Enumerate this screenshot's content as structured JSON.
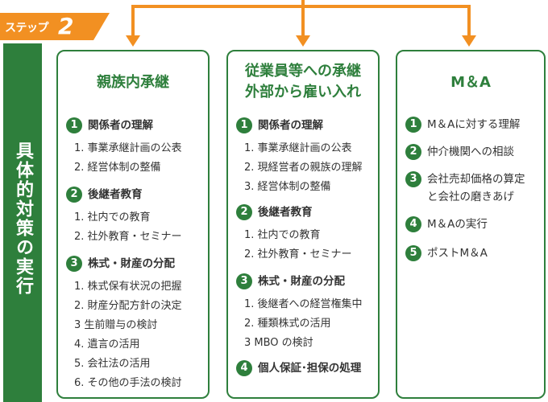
{
  "step": {
    "label": "ステップ",
    "number": "2"
  },
  "sidebar": {
    "label": "具体的対策の実行"
  },
  "colors": {
    "green": "#2e7f3c",
    "orange": "#f29022"
  },
  "panels": [
    {
      "title_lines": [
        "親族内承継"
      ],
      "sections": [
        {
          "num": "1",
          "title": "関係者の理解",
          "items": [
            "1. 事業承継計画の公表",
            "2. 経営体制の整備"
          ]
        },
        {
          "num": "2",
          "title": "後継者教育",
          "items": [
            "1. 社内での教育",
            "2. 社外教育・セミナー"
          ]
        },
        {
          "num": "3",
          "title": "株式・財産の分配",
          "items": [
            "1. 株式保有状況の把握",
            "2. 財産分配方針の決定",
            "3  生前贈与の検討",
            "4.  遺言の活用",
            "5. 会社法の活用",
            "6. その他の手法の検討"
          ]
        }
      ]
    },
    {
      "title_lines": [
        "従業員等への承継",
        "外部から雇い入れ"
      ],
      "sections": [
        {
          "num": "1",
          "title": "関係者の理解",
          "items": [
            "1. 事業承継計画の公表",
            "2. 現経営者の親族の理解",
            "3. 経営体制の整備"
          ]
        },
        {
          "num": "2",
          "title": "後継者教育",
          "items": [
            "1. 社内での教育",
            "2. 社外教育・セミナー"
          ]
        },
        {
          "num": "3",
          "title": "株式・財産の分配",
          "items": [
            "1. 後継者への経営権集中",
            "2. 種類株式の活用",
            "3  MBO の検討"
          ]
        },
        {
          "num": "4",
          "title": "個人保証･担保の処理",
          "items": []
        }
      ]
    },
    {
      "title_lines": [
        "M＆A"
      ],
      "sections": [
        {
          "num": "1",
          "title_lines": [
            "M＆Aに対する理解"
          ]
        },
        {
          "num": "2",
          "title_lines": [
            "仲介機関への相談"
          ]
        },
        {
          "num": "3",
          "title_lines": [
            "会社売却価格の算定",
            "と会社の磨きあげ"
          ]
        },
        {
          "num": "4",
          "title_lines": [
            "M＆Aの実行"
          ]
        },
        {
          "num": "5",
          "title_lines": [
            "ポストM＆A"
          ]
        }
      ]
    }
  ]
}
